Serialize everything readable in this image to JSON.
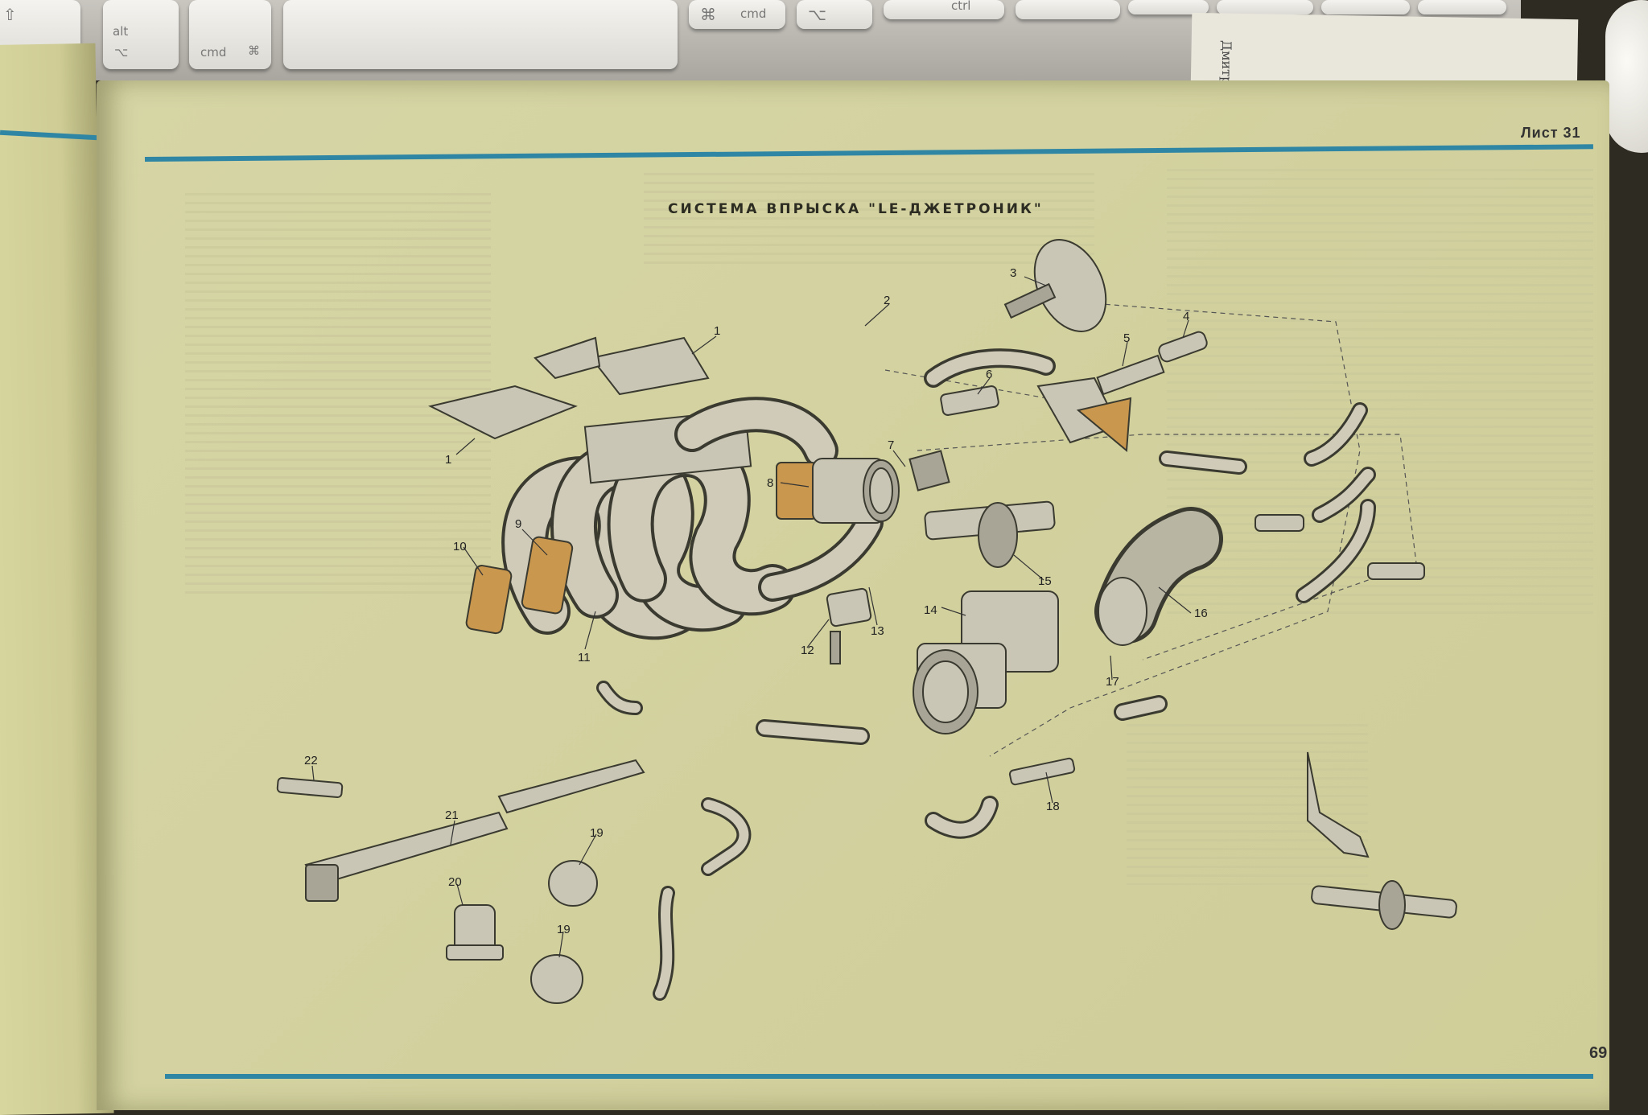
{
  "keyboard": {
    "keys": [
      {
        "sym": "⇧",
        "top": "",
        "bottom": ""
      },
      {
        "sym": "",
        "top": "alt",
        "bottom": "⌥"
      },
      {
        "sym": "",
        "top": "",
        "bottom": "cmd",
        "right": "⌘"
      },
      {
        "sym": "⌘",
        "top": "",
        "bottom": "",
        "mid": "cmd"
      },
      {
        "sym": "",
        "top": "",
        "bottom": "⌥"
      },
      {
        "sym": "",
        "top": "",
        "bottom": "",
        "mid": "ctrl"
      }
    ]
  },
  "background_paper_text": "Дмитр",
  "book": {
    "sheet_label": "Лист 31",
    "title": "СИСТЕМА ВПРЫСКА \"LE-ДЖЕТРОНИК\"",
    "page_number": "69",
    "accent_color": "#2f86a4",
    "callouts": [
      "1",
      "1",
      "2",
      "3",
      "4",
      "5",
      "6",
      "7",
      "8",
      "9",
      "10",
      "11",
      "12",
      "13",
      "14",
      "15",
      "16",
      "17",
      "18",
      "19",
      "19",
      "20",
      "21",
      "22"
    ]
  }
}
